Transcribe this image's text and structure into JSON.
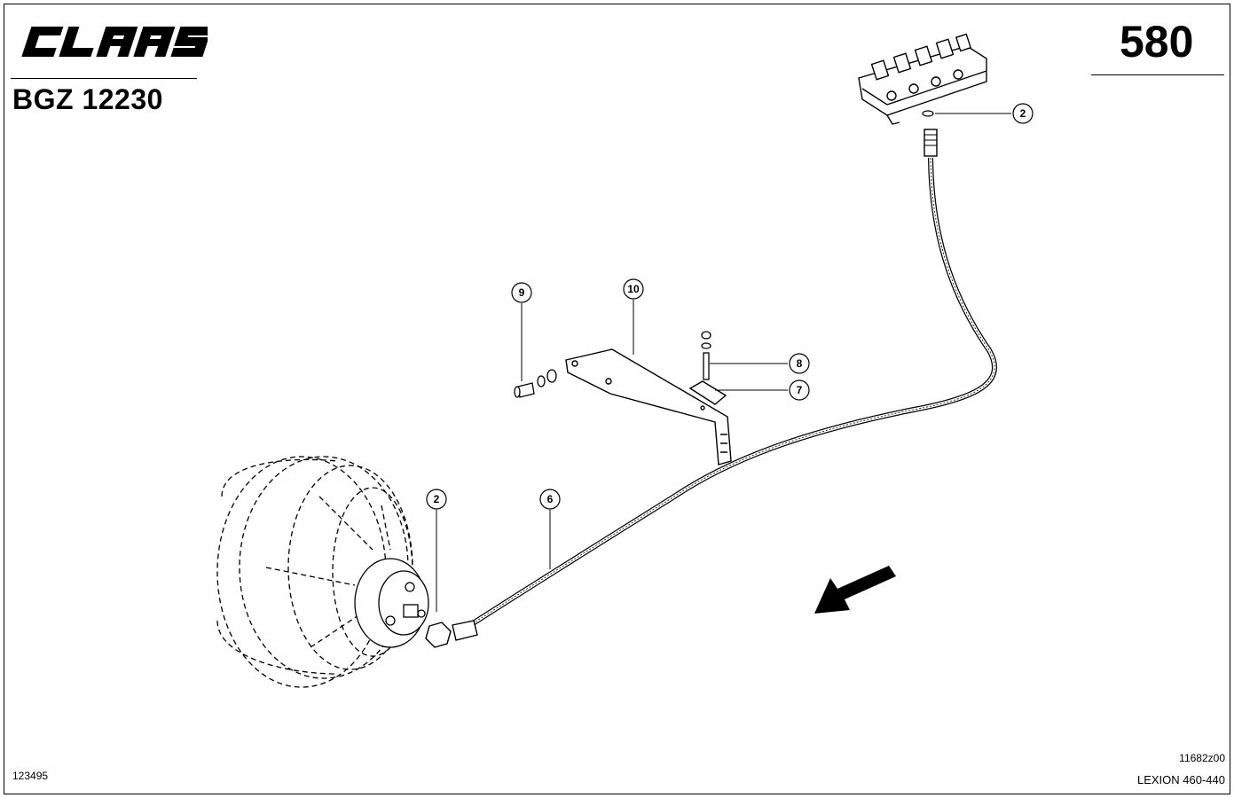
{
  "header": {
    "brand_logo": "CLAAS",
    "doc_code": "BGZ 12230",
    "page_number": "580"
  },
  "footer": {
    "left_code": "123495",
    "drawing_ref": "11682z00",
    "model": "LEXION 460-440"
  },
  "callouts": [
    {
      "id": "callout-2-top",
      "label": "2"
    },
    {
      "id": "callout-2-bottom",
      "label": "2"
    },
    {
      "id": "callout-6",
      "label": "6"
    },
    {
      "id": "callout-7",
      "label": "7"
    },
    {
      "id": "callout-8",
      "label": "8"
    },
    {
      "id": "callout-9",
      "label": "9"
    },
    {
      "id": "callout-10",
      "label": "10"
    }
  ],
  "colors": {
    "ink": "#000000",
    "paper": "#ffffff"
  },
  "icons": {
    "direction": "arrow-down-left-icon"
  }
}
